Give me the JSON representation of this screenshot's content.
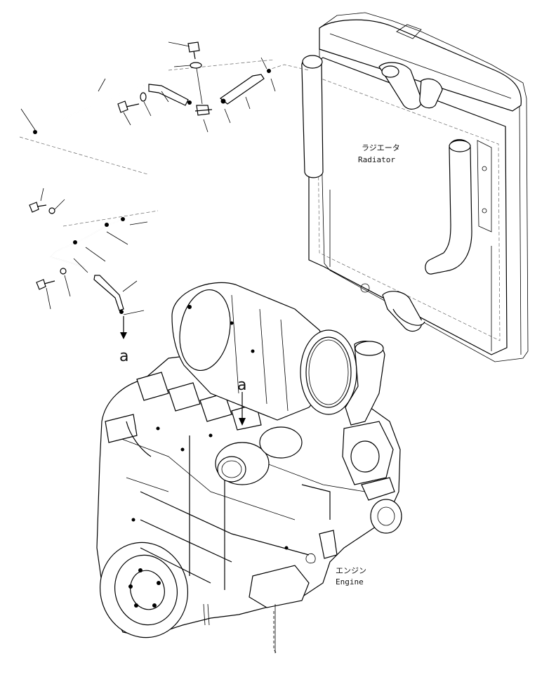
{
  "radiator": {
    "label_jp": "ラジエータ",
    "label_en": "Radiator"
  },
  "engine": {
    "label_jp": "エンジン",
    "label_en": "Engine"
  },
  "connection_marker": {
    "letter": "a"
  }
}
